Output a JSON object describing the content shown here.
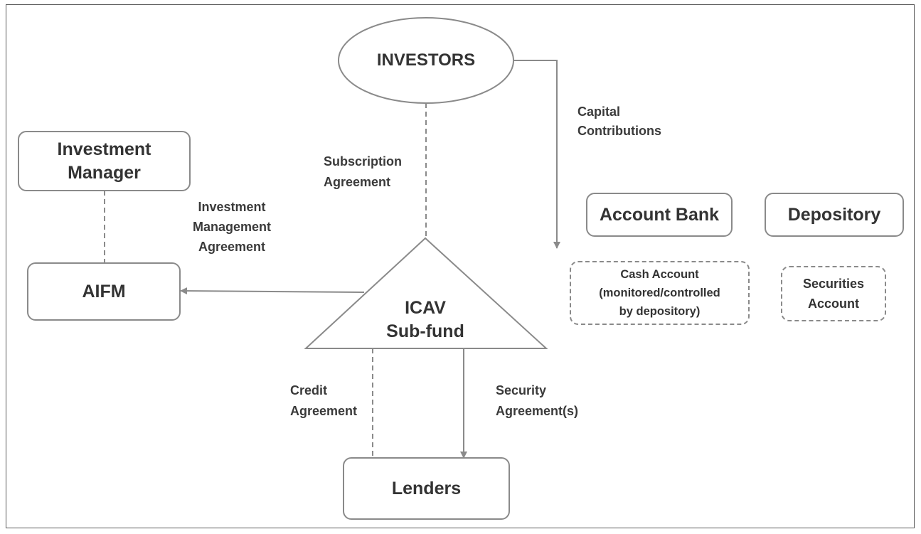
{
  "nodes": {
    "investors": "INVESTORS",
    "investment_manager": [
      "Investment",
      "Manager"
    ],
    "aifm": "AIFM",
    "icav": [
      "ICAV",
      "Sub-fund"
    ],
    "account_bank": "Account Bank",
    "depository": "Depository",
    "cash_account": [
      "Cash Account",
      "(monitored/controlled",
      "by depository)"
    ],
    "securities_account": [
      "Securities",
      "Account"
    ],
    "lenders": "Lenders"
  },
  "edges": {
    "capital_contributions": [
      "Capital",
      "Contributions"
    ],
    "subscription_agreement": [
      "Subscription",
      "Agreement"
    ],
    "investment_management_agreement": [
      "Investment",
      "Management",
      "Agreement"
    ],
    "credit_agreement": [
      "Credit",
      "Agreement"
    ],
    "security_agreements": [
      "Security",
      "Agreement(s)"
    ]
  },
  "colors": {
    "line": "#8a8a8a",
    "text": "#333333",
    "frame": "#5a5a5a"
  }
}
